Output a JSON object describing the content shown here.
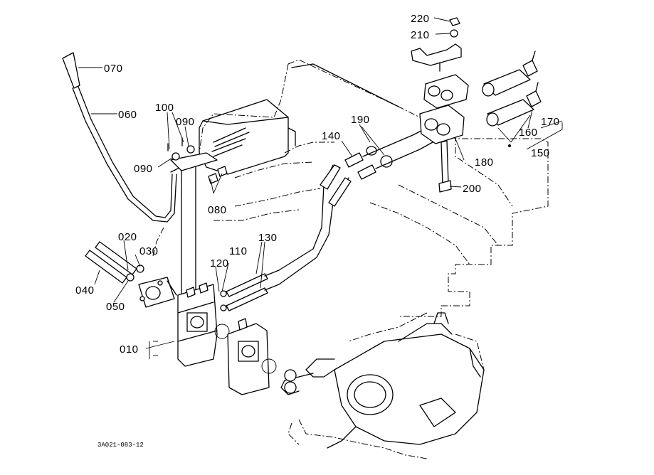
{
  "diagram": {
    "drawing_code": "3A021-083-12",
    "labels": {
      "p010": "010",
      "p020": "020",
      "p030": "030",
      "p040": "040",
      "p050": "050",
      "p060": "060",
      "p070": "070",
      "p080": "080",
      "p090a": "090",
      "p090b": "090",
      "p100": "100",
      "p110": "110",
      "p120": "120",
      "p130": "130",
      "p140": "140",
      "p150": "150",
      "p160": "160",
      "p170": "170",
      "p180": "180",
      "p190": "190",
      "p200": "200",
      "p210": "210",
      "p220": "220"
    }
  }
}
